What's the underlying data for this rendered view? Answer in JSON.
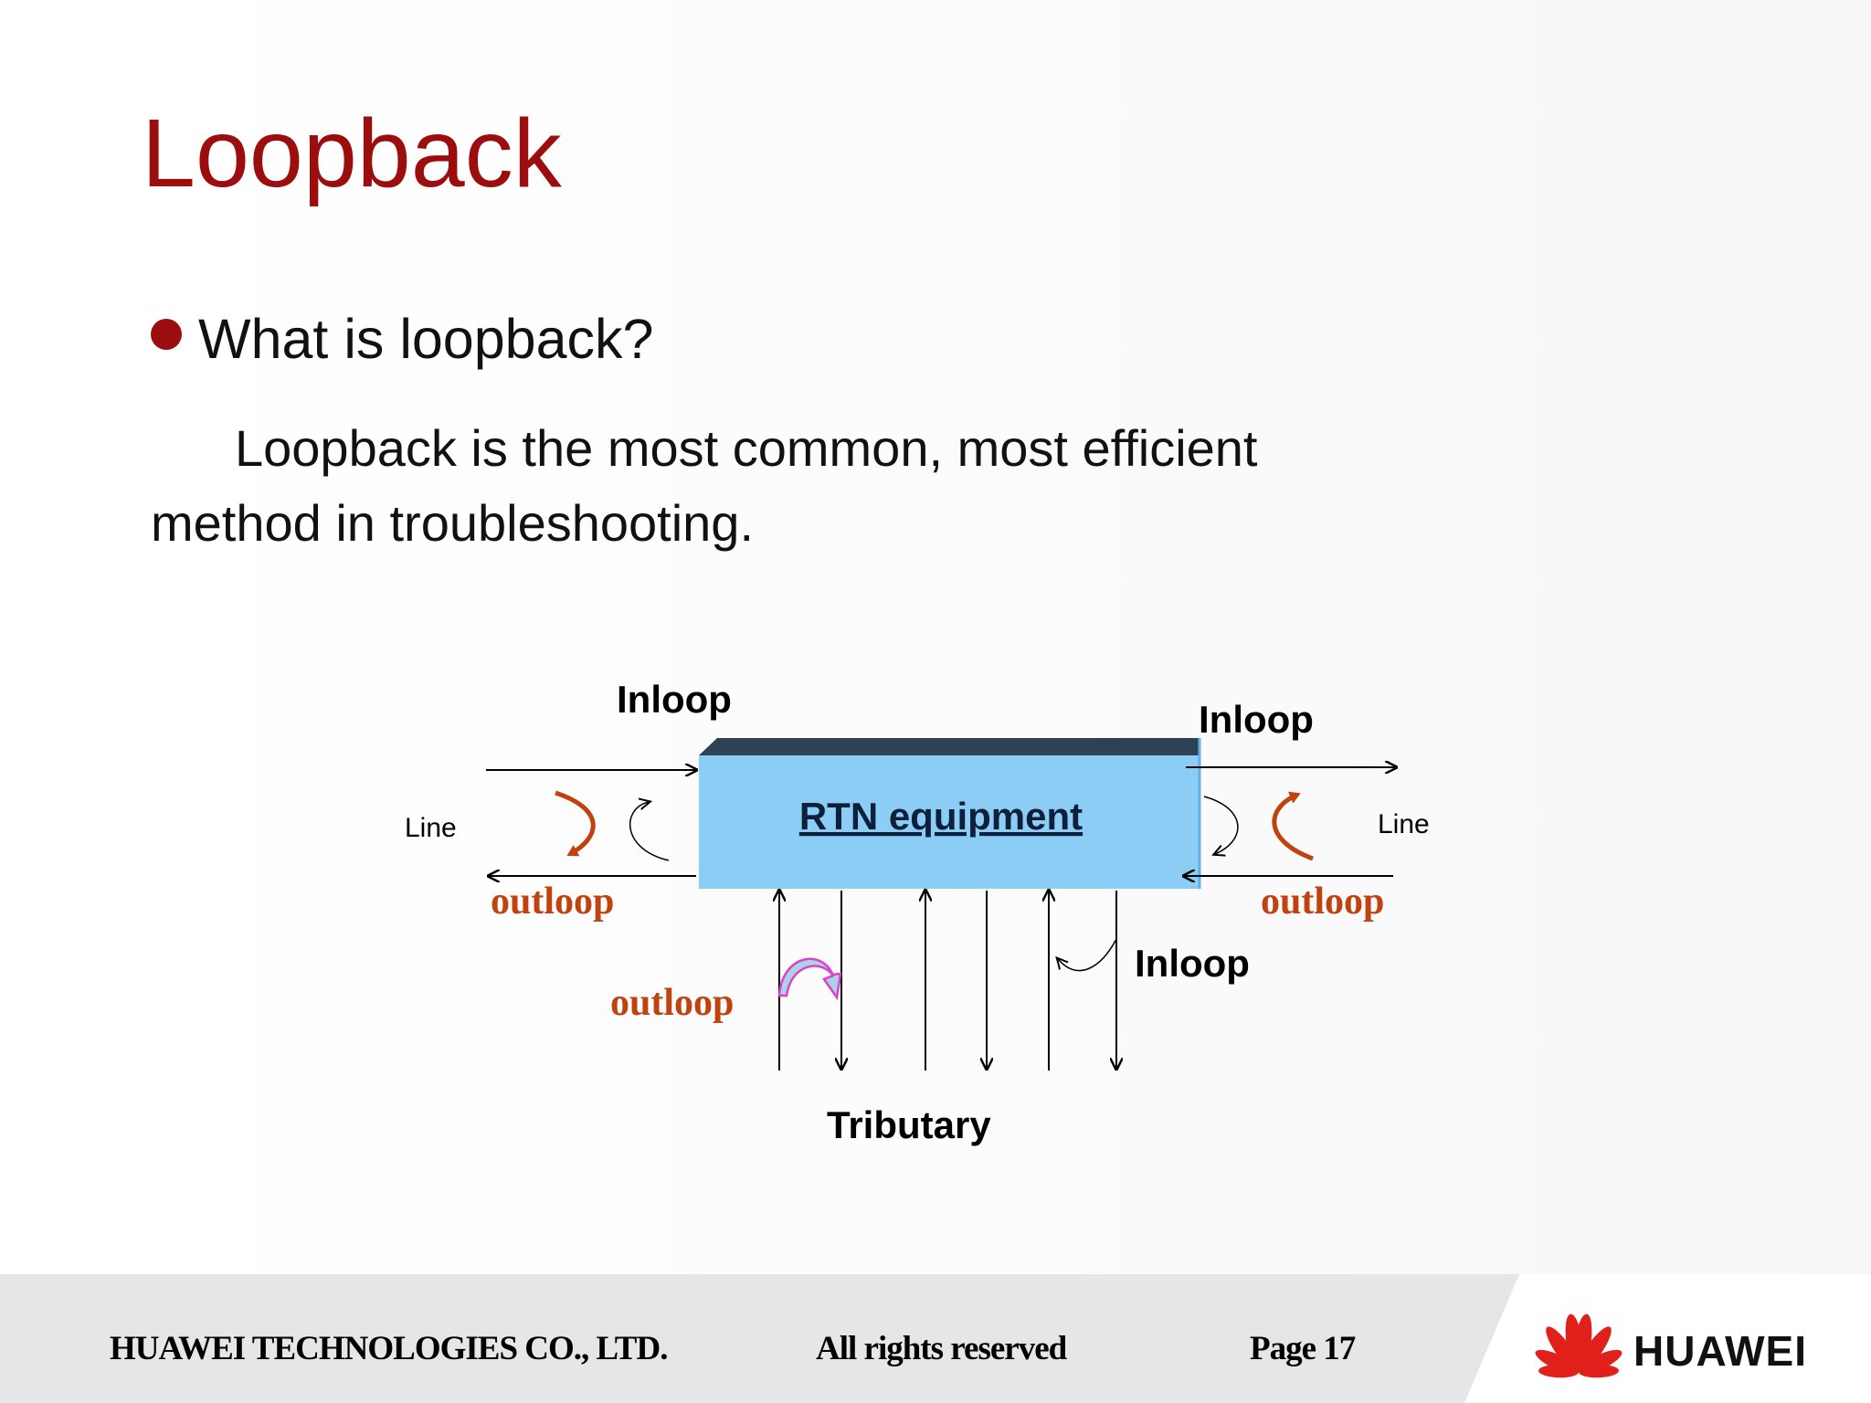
{
  "slide": {
    "title": "Loopback",
    "bullet": "What is loopback?",
    "paragraph": "Loopback is the most common, most efficient method in troubleshooting."
  },
  "diagram": {
    "box_label": "RTN equipment",
    "inloop_top_left": "Inloop",
    "inloop_top_right": "Inloop",
    "inloop_tributary": "Inloop",
    "outloop_left": "outloop",
    "outloop_right": "outloop",
    "outloop_tributary": "outloop",
    "line_left": "Line",
    "line_right": "Line",
    "tributary": "Tributary",
    "colors": {
      "box_fill": "#8ccdf5",
      "box_top": "#2e4155",
      "outloop_text": "#c0420f",
      "outloop_arrow": "#c0420f",
      "tributary_outloop_arrow": "#e040c8"
    }
  },
  "footer": {
    "company": "HUAWEI TECHNOLOGIES CO., LTD.",
    "rights": "All rights reserved",
    "page": "Page 17",
    "brand": "HUAWEI",
    "logo_icon": "huawei-petal-logo"
  }
}
